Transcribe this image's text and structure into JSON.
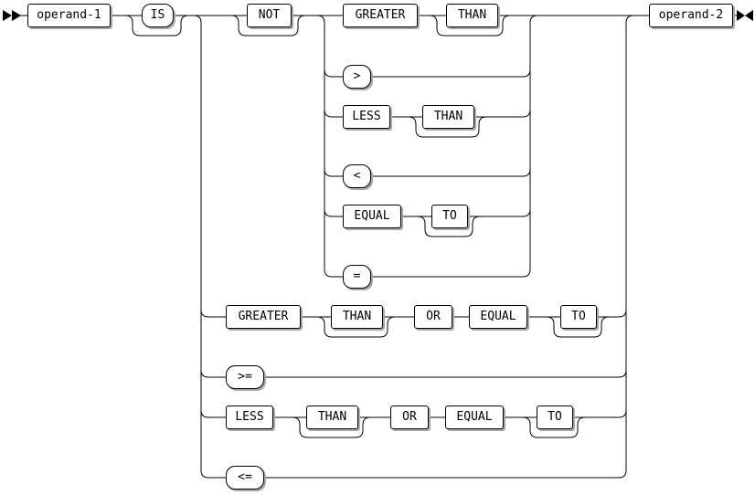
{
  "diagram": {
    "kind": "railroad-syntax-diagram",
    "nodes": {
      "operand1": "operand-1",
      "is": "IS",
      "not": "NOT",
      "greater1": "GREATER",
      "than1": "THAN",
      "gt": ">",
      "less1": "LESS",
      "than2": "THAN",
      "lt": "<",
      "equal1": "EQUAL",
      "to1": "TO",
      "eq": "=",
      "greater2": "GREATER",
      "than3": "THAN",
      "or1": "OR",
      "equal2": "EQUAL",
      "to2": "TO",
      "gte": ">=",
      "less2": "LESS",
      "than4": "THAN",
      "or2": "OR",
      "equal3": "EQUAL",
      "to3": "TO",
      "lte": "<=",
      "operand2": "operand-2"
    },
    "icons": {
      "start": "double-right-arrow-icon",
      "end": "arrow-heads-meeting-icon"
    },
    "colors": {
      "line": "#000000",
      "box_border": "#000000",
      "box_background": "#ffffff",
      "box_shadow": "#a8a8a8",
      "background": "#ffffff"
    }
  }
}
